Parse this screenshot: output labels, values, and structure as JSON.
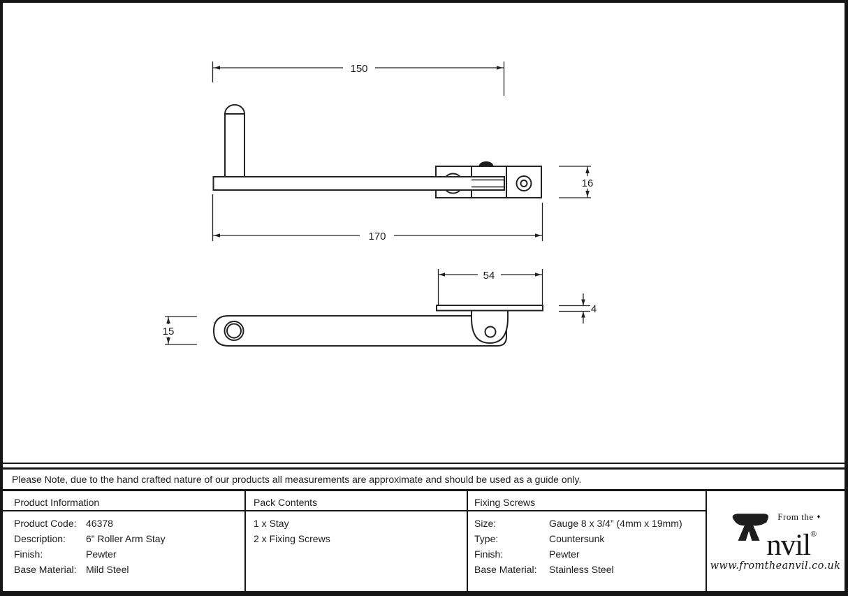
{
  "drawing": {
    "dims": {
      "d150": "150",
      "d170": "170",
      "d16": "16",
      "d54": "54",
      "d4": "4",
      "d15": "15"
    }
  },
  "note": {
    "text": "Please Note, due to the hand crafted nature of our products all measurements are approximate and should be used as a guide only."
  },
  "table": {
    "product_information": {
      "header": "Product Information",
      "rows": [
        {
          "label": "Product Code:",
          "value": "46378"
        },
        {
          "label": "Description:",
          "value": "6” Roller Arm Stay"
        },
        {
          "label": "Finish:",
          "value": "Pewter"
        },
        {
          "label": "Base Material:",
          "value": "Mild Steel"
        }
      ]
    },
    "pack_contents": {
      "header": "Pack Contents",
      "items": [
        "1 x Stay",
        "2 x Fixing Screws"
      ]
    },
    "fixing_screws": {
      "header": "Fixing Screws",
      "rows": [
        {
          "label": "Size:",
          "value": "Gauge 8 x 3/4” (4mm x 19mm)"
        },
        {
          "label": "Type:",
          "value": "Countersunk"
        },
        {
          "label": "Finish:",
          "value": "Pewter"
        },
        {
          "label": "Base Material:",
          "value": "Stainless Steel"
        }
      ]
    }
  },
  "logo": {
    "tagline": "From the",
    "diamond": "♦",
    "brand_rest": "nvil",
    "registered": "®",
    "website": "www.fromtheanvil.co.uk"
  },
  "colors": {
    "ink": "#1d1d1d",
    "paper": "#ffffff"
  }
}
